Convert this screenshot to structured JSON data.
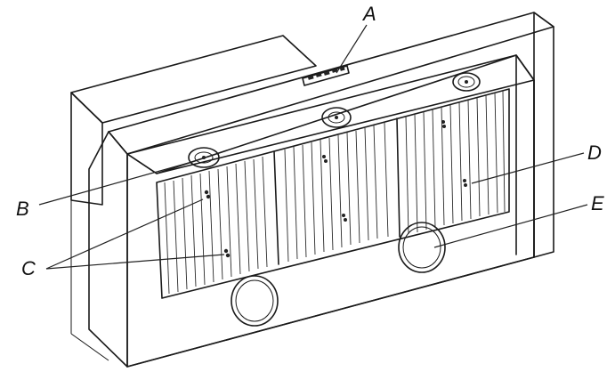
{
  "callouts": {
    "a": "A",
    "b": "B",
    "c": "C",
    "d": "D",
    "e": "E"
  },
  "colors": {
    "line": "#1a1a1a",
    "surface": "#ffffff",
    "shade": "#e6e6e6"
  },
  "components": {
    "control_panel": "A",
    "lights": "B",
    "baffle_filters": "C",
    "filter_handles": "D",
    "blower_inlets": "E"
  }
}
